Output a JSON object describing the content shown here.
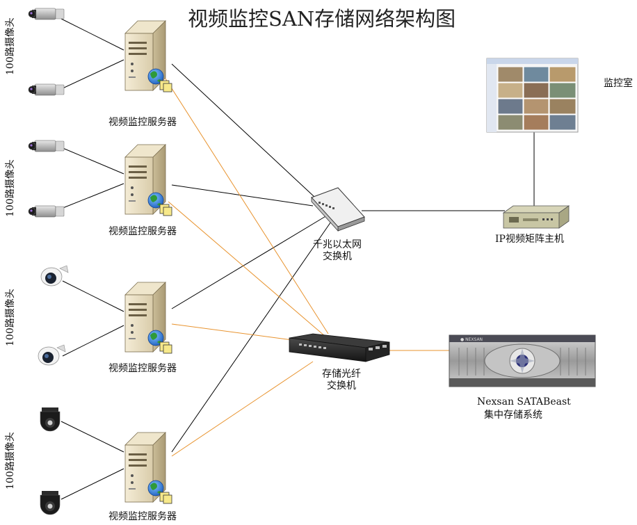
{
  "title": "视频监控SAN存储网络架构图",
  "camera_groups": [
    {
      "label": "100路摄像头",
      "camera_icon": "box-camera-icon"
    },
    {
      "label": "100路摄像头",
      "camera_icon": "box-camera-icon"
    },
    {
      "label": "100路摄像头",
      "camera_icon": "dome-camera-icon"
    },
    {
      "label": "100路摄像头",
      "camera_icon": "ptz-camera-icon"
    }
  ],
  "servers": [
    {
      "label": "视频监控服务器"
    },
    {
      "label": "视频监控服务器"
    },
    {
      "label": "视频监控服务器"
    },
    {
      "label": "视频监控服务器"
    }
  ],
  "ethernet_switch": {
    "line1": "千兆以太网",
    "line2": "交换机"
  },
  "fc_switch": {
    "line1": "存储光纤",
    "line2": "交换机"
  },
  "ip_matrix": {
    "label": "IP视频矩阵主机"
  },
  "monitor_room": {
    "label": "监控室"
  },
  "storage": {
    "line1": "Nexsan SATABeast",
    "line2": "集中存储系统"
  },
  "colors": {
    "ethernet_link": "#000000",
    "fibre_link": "#e8932e",
    "server_body": "#e9dfc6"
  }
}
